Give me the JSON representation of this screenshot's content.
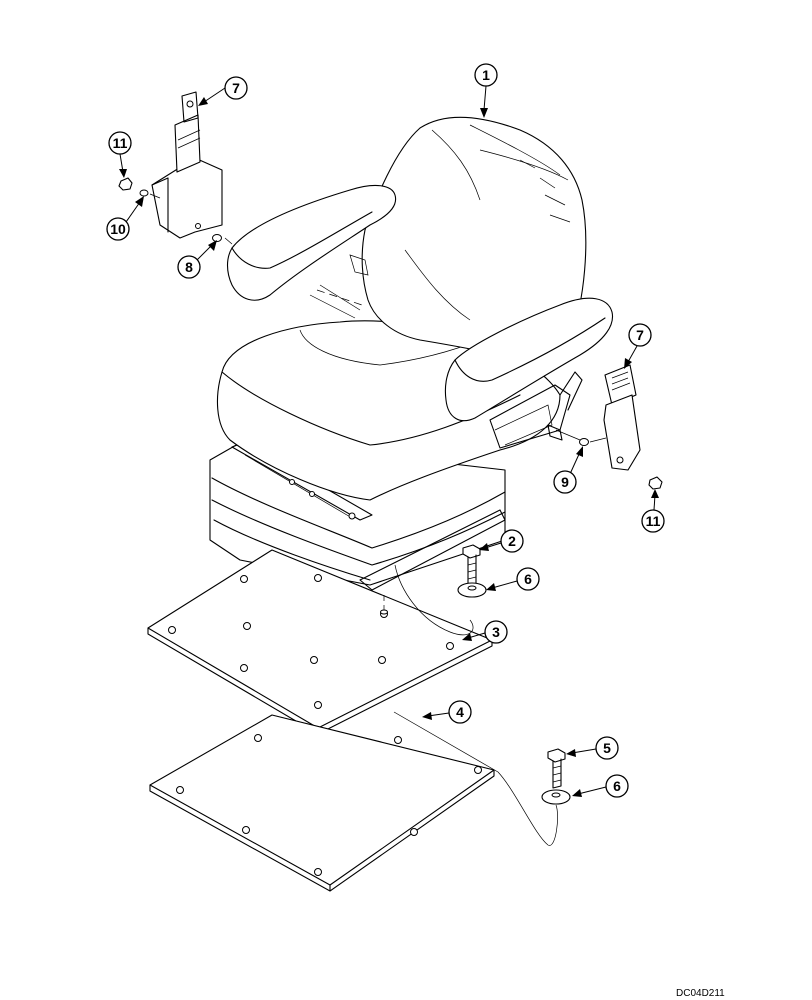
{
  "drawing": {
    "reference_code": "DC04D211",
    "callouts": [
      {
        "id": "c1",
        "label": "1"
      },
      {
        "id": "c7a",
        "label": "7"
      },
      {
        "id": "c11a",
        "label": "11"
      },
      {
        "id": "c10",
        "label": "10"
      },
      {
        "id": "c8",
        "label": "8"
      },
      {
        "id": "c7b",
        "label": "7"
      },
      {
        "id": "c9",
        "label": "9"
      },
      {
        "id": "c11b",
        "label": "11"
      },
      {
        "id": "c2",
        "label": "2"
      },
      {
        "id": "c6a",
        "label": "6"
      },
      {
        "id": "c3",
        "label": "3"
      },
      {
        "id": "c4",
        "label": "4"
      },
      {
        "id": "c5",
        "label": "5"
      },
      {
        "id": "c6b",
        "label": "6"
      }
    ]
  }
}
